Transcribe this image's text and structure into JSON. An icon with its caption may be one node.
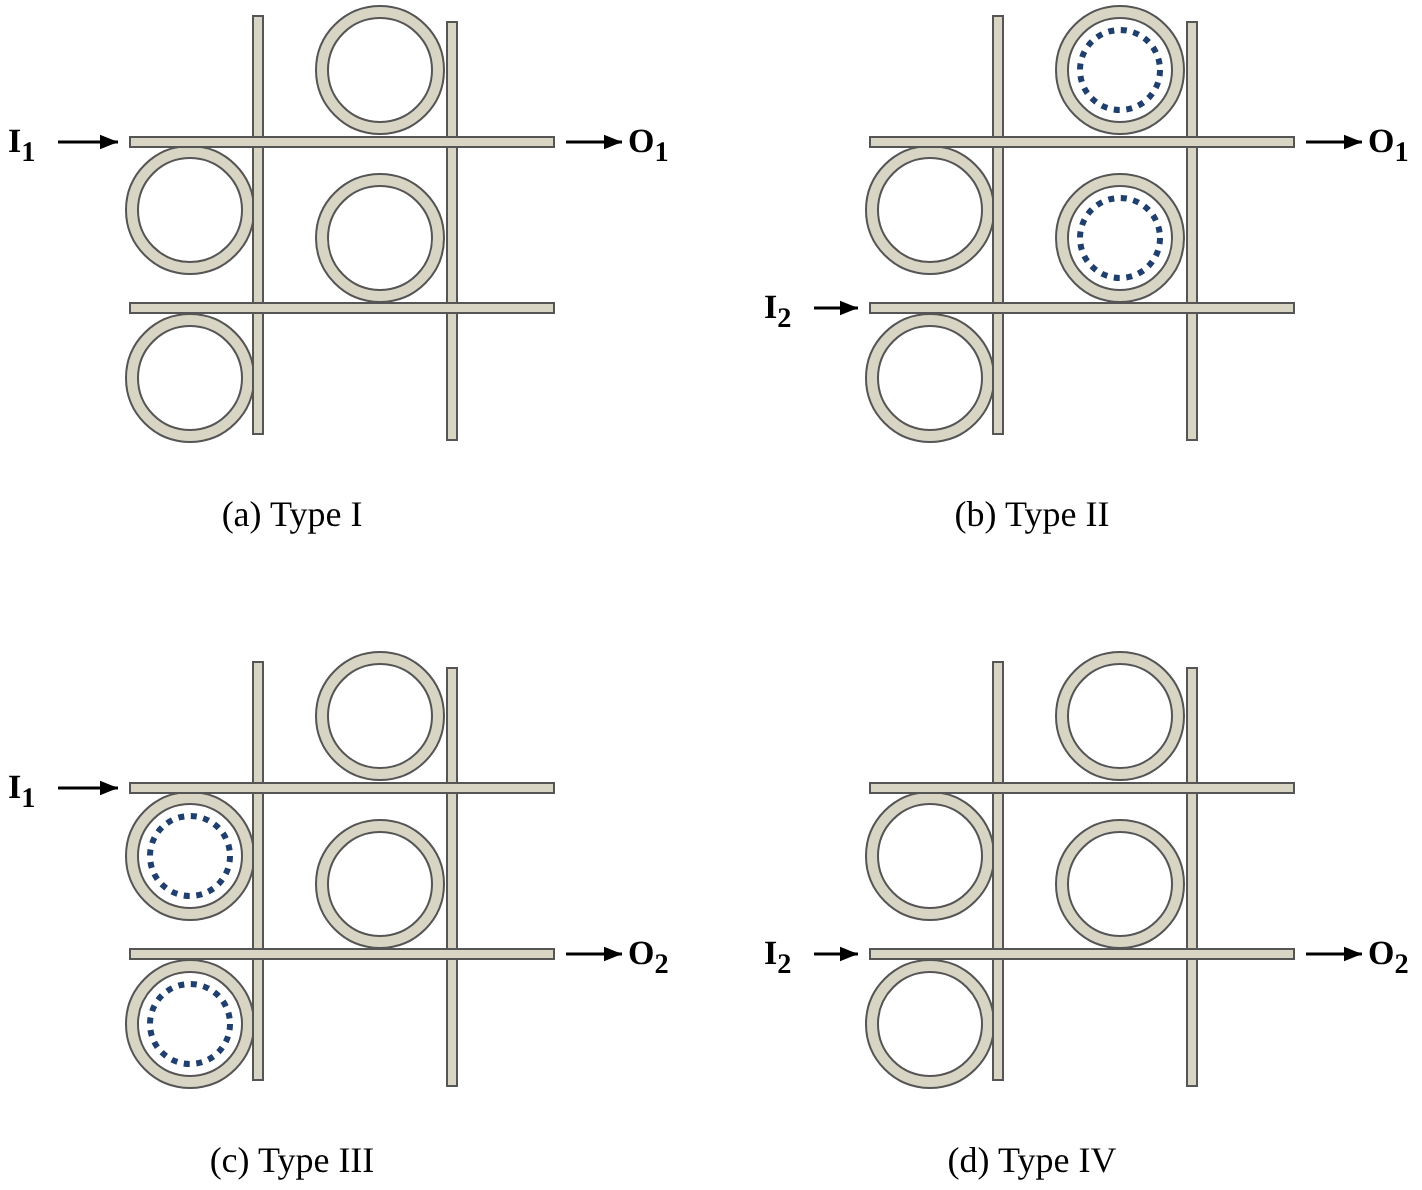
{
  "diagram": {
    "nodes": [
      {
        "text": [
          "I$_{1}$"
        ]
      },
      {
        "text": [
          "O$_{1}$"
        ]
      },
      {
        "text": [
          "I$_{2}$"
        ]
      },
      {
        "text": [
          "O$_{1}$"
        ]
      },
      {
        "text": [
          "I$_{1}$"
        ]
      },
      {
        "text": [
          "O$_{2}$"
        ]
      },
      {
        "text": [
          "I$_{2}$"
        ]
      },
      {
        "text": [
          "O$_{2}$"
        ]
      },
      {
        "text": [],
        "shape": "bar"
      },
      {
        "text": [],
        "shape": "bar"
      },
      {
        "text": [],
        "shape": "bar"
      },
      {
        "text": [],
        "shape": "bar"
      },
      {
        "text": [],
        "shape": "bar"
      },
      {
        "text": [],
        "shape": "bar"
      },
      {
        "text": [],
        "shape": "bar"
      },
      {
        "text": [],
        "shape": "bar"
      }
    ],
    "edges": [
      {
        "from": 0,
        "to": 8,
        "arrow": "to"
      },
      {
        "from": 8,
        "to": 1,
        "arrow": "to"
      },
      {
        "from": 2,
        "to": 11,
        "arrow": "to"
      },
      {
        "from": 10,
        "to": 3,
        "arrow": "to"
      },
      {
        "from": 4,
        "to": 12,
        "arrow": "to"
      },
      {
        "from": 13,
        "to": 5,
        "arrow": "to"
      },
      {
        "from": 6,
        "to": 15,
        "arrow": "to"
      },
      {
        "from": 15,
        "to": 7,
        "arrow": "to"
      }
    ],
    "labels": [
      "(a) Type I",
      "(b) Type II",
      "(c) Type III",
      "(d) Type IV"
    ]
  }
}
